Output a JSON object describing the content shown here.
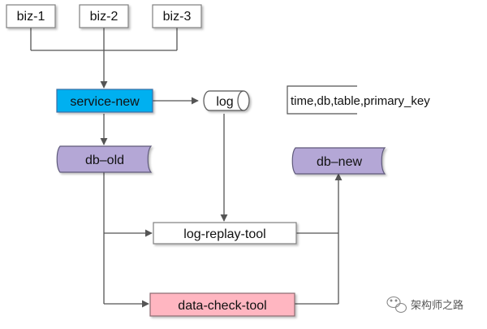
{
  "nodes": {
    "biz_1": "biz-1",
    "biz_2": "biz-2",
    "biz_3": "biz-3",
    "service_new": "service-new",
    "log": "log",
    "log_fields": "time,db,table,primary_key",
    "db_old": "db–old",
    "db_new": "db–new",
    "log_replay_tool": "log-replay-tool",
    "data_check_tool": "data-check-tool"
  },
  "watermark": {
    "text": "架构师之路",
    "icon": "wechat-icon"
  },
  "colors": {
    "service_new_fill": "#00b0f0",
    "database_fill": "#b4a7d6",
    "data_check_fill": "#ffb6c1",
    "box_border": "#7f7f7f",
    "line": "#555555"
  }
}
